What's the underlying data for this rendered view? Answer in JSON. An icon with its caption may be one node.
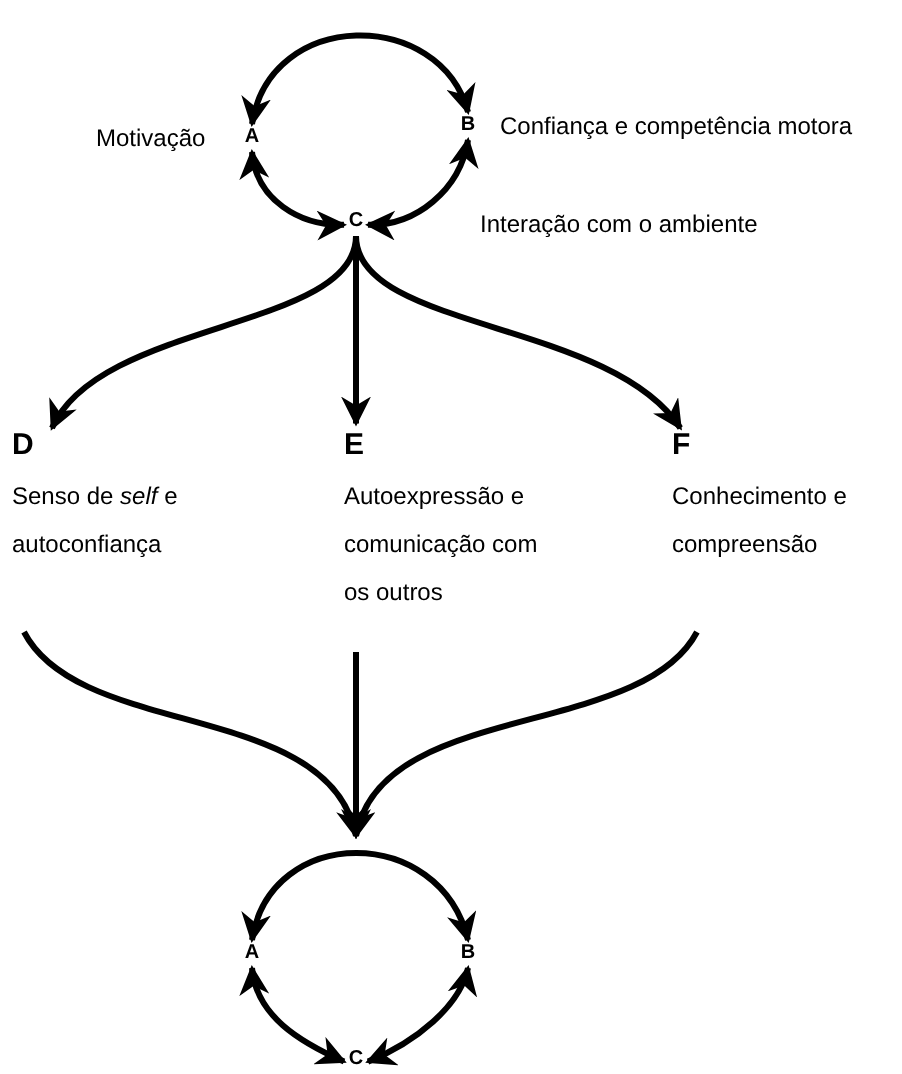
{
  "diagram": {
    "nodes": [
      {
        "text": [
          "A"
        ],
        "beside": [
          "Motivação"
        ]
      },
      {
        "text": [
          "B"
        ],
        "beside": [
          "Confiança e competência motora"
        ]
      },
      {
        "text": [
          "C"
        ]
      },
      {
        "text": [
          "D",
          "Senso de *self* e autoconfiança"
        ]
      },
      {
        "text": [
          "E",
          "Autoexpressão e comunicação com os outros"
        ]
      },
      {
        "text": [
          "F",
          "Conhecimento e compreensão"
        ]
      },
      {
        "text": [
          "A"
        ]
      },
      {
        "text": [
          "B"
        ]
      },
      {
        "text": [
          "C"
        ]
      }
    ],
    "edges": [
      {
        "from": 0,
        "to": 1,
        "arrow": "both"
      },
      {
        "from": 0,
        "to": 2,
        "arrow": "both"
      },
      {
        "from": 1,
        "to": 2,
        "arrow": "both"
      },
      {
        "from": 2,
        "to": 3,
        "arrow": "to"
      },
      {
        "from": 2,
        "to": 4,
        "arrow": "to"
      },
      {
        "from": 2,
        "to": 5,
        "arrow": "to"
      },
      {
        "from": 3,
        "to": null,
        "arrow": "to"
      },
      {
        "from": 4,
        "to": null,
        "arrow": "to"
      },
      {
        "from": 5,
        "to": null,
        "arrow": "to"
      },
      {
        "from": 6,
        "to": 7,
        "arrow": "both"
      },
      {
        "from": 6,
        "to": 8,
        "arrow": "both"
      },
      {
        "from": 7,
        "to": 8,
        "arrow": "both"
      }
    ],
    "labels": [
      "Interação com o ambiente"
    ]
  }
}
